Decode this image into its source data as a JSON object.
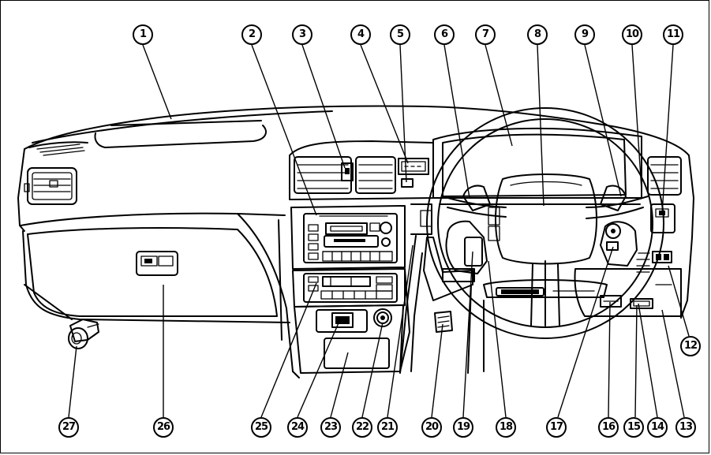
{
  "callouts": [
    {
      "num": "1"
    },
    {
      "num": "2"
    },
    {
      "num": "3"
    },
    {
      "num": "4"
    },
    {
      "num": "5"
    },
    {
      "num": "6"
    },
    {
      "num": "7"
    },
    {
      "num": "8"
    },
    {
      "num": "9"
    },
    {
      "num": "10"
    },
    {
      "num": "11"
    },
    {
      "num": "12"
    },
    {
      "num": "13"
    },
    {
      "num": "14"
    },
    {
      "num": "15"
    },
    {
      "num": "16"
    },
    {
      "num": "17"
    },
    {
      "num": "18"
    },
    {
      "num": "19"
    },
    {
      "num": "20"
    },
    {
      "num": "21"
    },
    {
      "num": "22"
    },
    {
      "num": "23"
    },
    {
      "num": "24"
    },
    {
      "num": "25"
    },
    {
      "num": "26"
    },
    {
      "num": "27"
    }
  ]
}
